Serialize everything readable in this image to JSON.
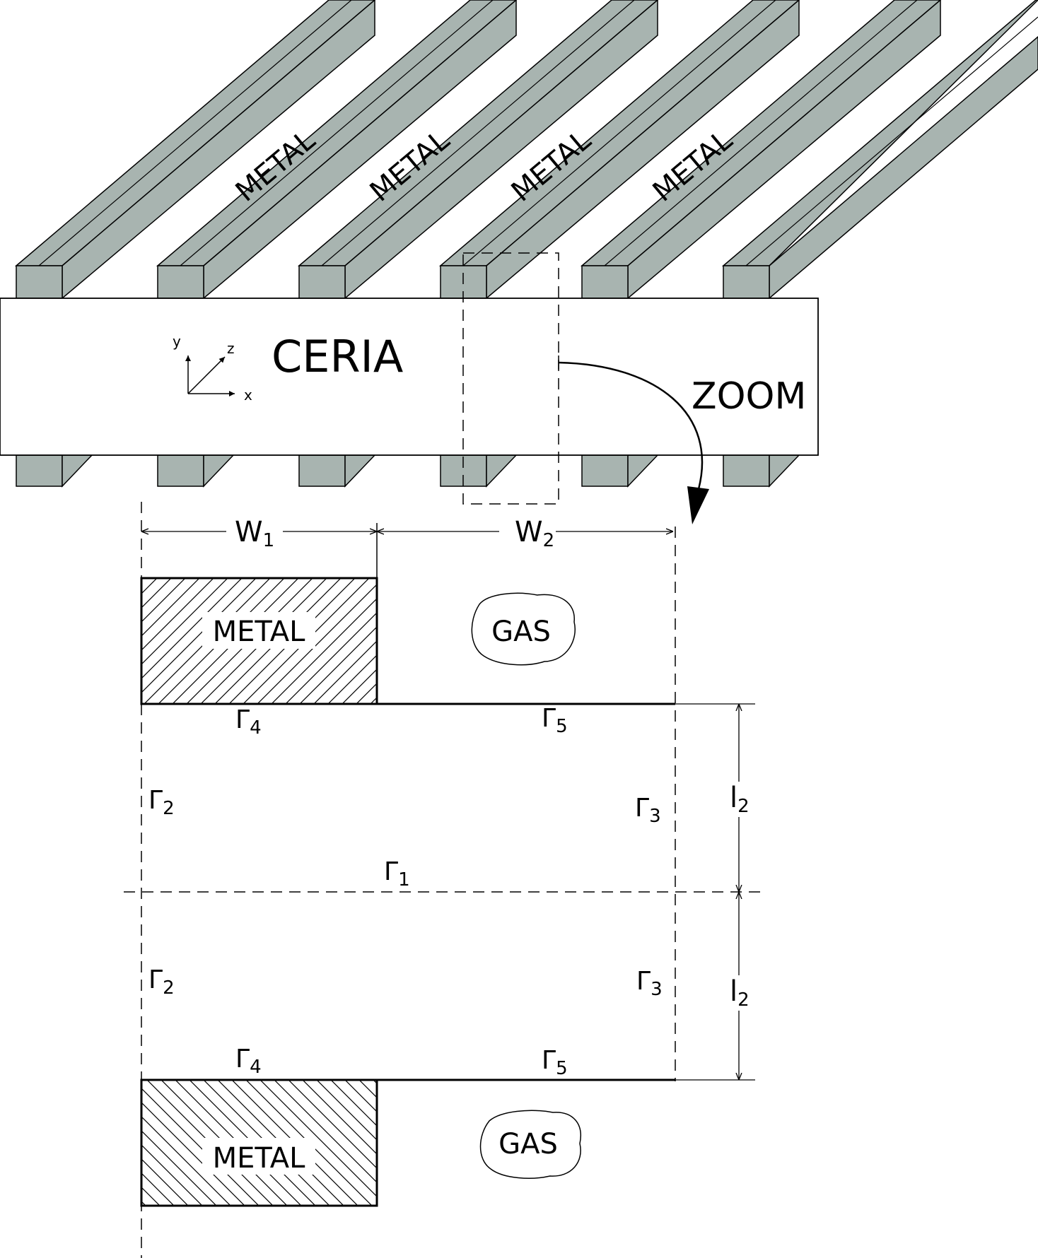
{
  "top": {
    "ceria_label": "CERIA",
    "zoom_label": "ZOOM",
    "strip_labels": [
      "METAL",
      "METAL",
      "METAL",
      "METAL"
    ],
    "axes": {
      "y": "y",
      "z": "z",
      "x": "x"
    },
    "metal_fill": "#a8b4b0"
  },
  "zoom": {
    "w1": {
      "main": "W",
      "sub": "1"
    },
    "w2": {
      "main": "W",
      "sub": "2"
    },
    "metal_top": "METAL",
    "metal_bottom": "METAL",
    "gas_top": "GAS",
    "gas_bottom": "GAS",
    "l2_top": {
      "main": "l",
      "sub": "2"
    },
    "l2_bottom": {
      "main": "l",
      "sub": "2"
    },
    "gamma1": {
      "main": "Γ",
      "sub": "1"
    },
    "gamma2_top": {
      "main": "Γ",
      "sub": "2"
    },
    "gamma2_bottom": {
      "main": "Γ",
      "sub": "2"
    },
    "gamma3_top": {
      "main": "Γ",
      "sub": "3"
    },
    "gamma3_bottom": {
      "main": "Γ",
      "sub": "3"
    },
    "gamma4_top": {
      "main": "Γ",
      "sub": "4"
    },
    "gamma4_bottom": {
      "main": "Γ",
      "sub": "4"
    },
    "gamma5_top": {
      "main": "Γ",
      "sub": "5"
    },
    "gamma5_bottom": {
      "main": "Γ",
      "sub": "5"
    }
  }
}
